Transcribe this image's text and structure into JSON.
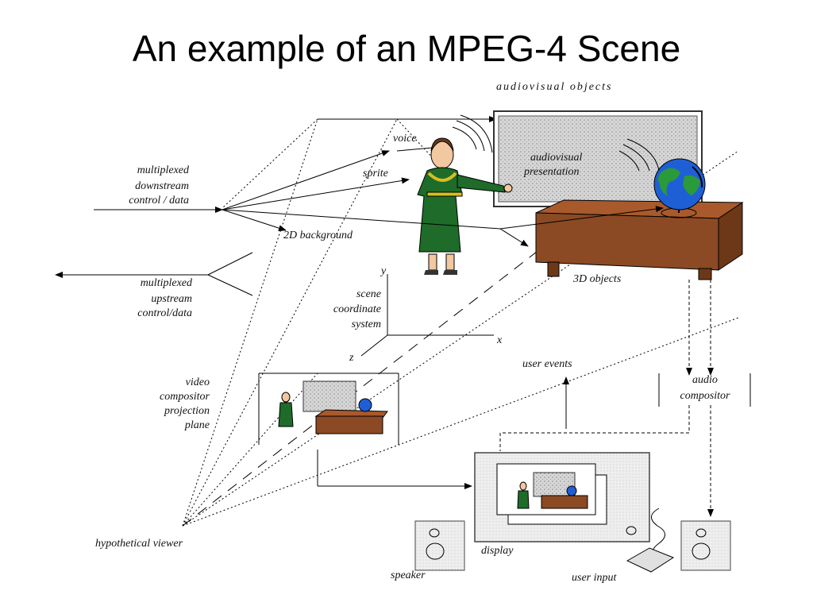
{
  "slide": {
    "title": "An example of an MPEG-4 Scene"
  },
  "labels": {
    "audiovisual_objects": "audiovisual objects",
    "voice": "voice",
    "sprite": "sprite",
    "av_presentation_1": "audiovisual",
    "av_presentation_2": "presentation",
    "downstream_1": "multiplexed",
    "downstream_2": "downstream",
    "downstream_3": "control / data",
    "background_2d": "2D background",
    "objects_3d": "3D objects",
    "upstream_1": "multiplexed",
    "upstream_2": "upstream",
    "upstream_3": "control/data",
    "axis_y": "y",
    "axis_x": "x",
    "axis_z": "z",
    "scene_coord_1": "scene",
    "scene_coord_2": "coordinate",
    "scene_coord_3": "system",
    "user_events": "user events",
    "audio_comp_1": "audio",
    "audio_comp_2": "compositor",
    "video_comp_1": "video",
    "video_comp_2": "compositor",
    "video_comp_3": "projection",
    "video_comp_4": "plane",
    "hypothetical_viewer": "hypothetical viewer",
    "display": "display",
    "speaker": "speaker",
    "user_input": "user input"
  },
  "colors": {
    "dress": "#1e6b2a",
    "desk": "#8b4a24",
    "desk_top": "#a85a2c",
    "screen": "#c8c8c8",
    "globe": "#1f5fd6",
    "land": "#2a9a3a"
  }
}
